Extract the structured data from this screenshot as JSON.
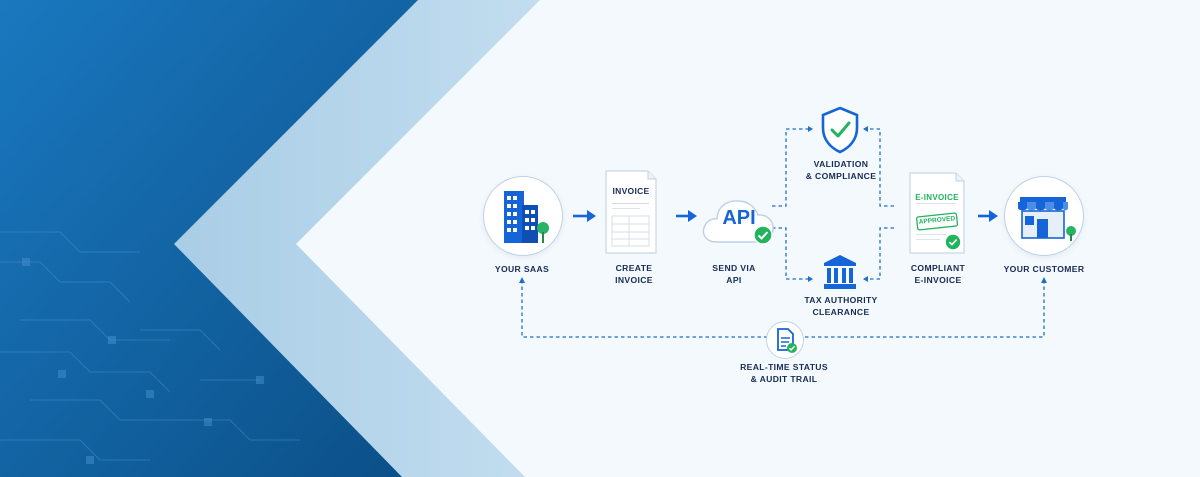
{
  "steps": {
    "your_saas": {
      "label": "YOUR SAAS"
    },
    "create_invoice": {
      "label_line1": "CREATE",
      "label_line2": "INVOICE",
      "doc_title": "INVOICE"
    },
    "send_via_api": {
      "label_line1": "SEND VIA",
      "label_line2": "API",
      "cloud_text": "API"
    },
    "validation": {
      "label_line1": "VALIDATION",
      "label_line2": "& COMPLIANCE"
    },
    "tax_authority": {
      "label_line1": "TAX AUTHORITY",
      "label_line2": "CLEARANCE"
    },
    "compliant_einvoice": {
      "label_line1": "COMPLIANT",
      "label_line2": "E-INVOICE",
      "doc_title": "E-INVOICE",
      "stamp": "APPROVED"
    },
    "your_customer": {
      "label": "YOUR CUSTOMER"
    },
    "status": {
      "label_line1": "REAL-TIME STATUS",
      "label_line2": "& AUDIT TRAIL"
    }
  },
  "colors": {
    "primary_blue": "#1565d8",
    "dark_navy": "#172b55",
    "success_green": "#22b35e",
    "bg_blue_dark": "#0d5b96",
    "bg_chevron_light": "#a9cce5"
  },
  "icons": [
    "building-icon",
    "invoice-document-icon",
    "api-cloud-icon",
    "shield-check-icon",
    "bank-icon",
    "approved-document-icon",
    "storefront-icon",
    "status-document-icon",
    "check-badge-icon",
    "arrow-right-icon"
  ]
}
